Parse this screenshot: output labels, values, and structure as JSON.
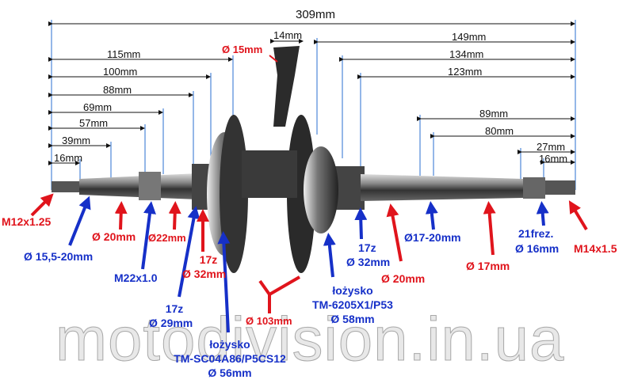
{
  "title_dims": {
    "overall": "309mm",
    "pin_width": "14mm",
    "pin_diameter": "Ø 15mm"
  },
  "left_dims": [
    "115mm",
    "100mm",
    "88mm",
    "69mm",
    "57mm",
    "39mm",
    "16mm"
  ],
  "right_dims": [
    "149mm",
    "134mm",
    "123mm",
    "89mm",
    "80mm",
    "27mm",
    "16mm"
  ],
  "labels": {
    "m12": "M12x1.25",
    "d15_20": "Ø 15,5-20mm",
    "d20_left": "Ø 20mm",
    "d22": "Ø22mm",
    "m22": "M22x1.0",
    "z17_red": "17z",
    "d32_red": "Ø 32mm",
    "z17_blue_left": "17z",
    "d29": "Ø 29mm",
    "bearing_left_1": "łożysko",
    "bearing_left_2": "TM-SC04A86/P5CS12",
    "bearing_left_3": "Ø 56mm",
    "d103": "Ø 103mm",
    "bearing_right_1": "łożysko",
    "bearing_right_2": "TM-6205X1/P53",
    "bearing_right_3": "Ø 58mm",
    "z17_blue_right": "17z",
    "d32_blue": "Ø 32mm",
    "d20_right": "Ø 20mm",
    "d17_20": "Ø17-20mm",
    "d17": "Ø 17mm",
    "frez": "21frez.",
    "d16": "Ø 16mm",
    "m14": "M14x1.5"
  },
  "watermark": "motodivision.in.ua",
  "colors": {
    "red": "#e0141c",
    "blue": "#1630c8"
  }
}
